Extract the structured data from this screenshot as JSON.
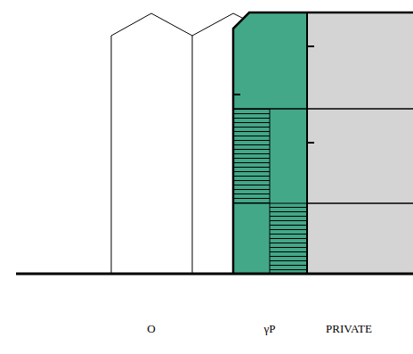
{
  "diagram": {
    "labels": [
      "O",
      "γP",
      "PRIVATE"
    ]
  }
}
